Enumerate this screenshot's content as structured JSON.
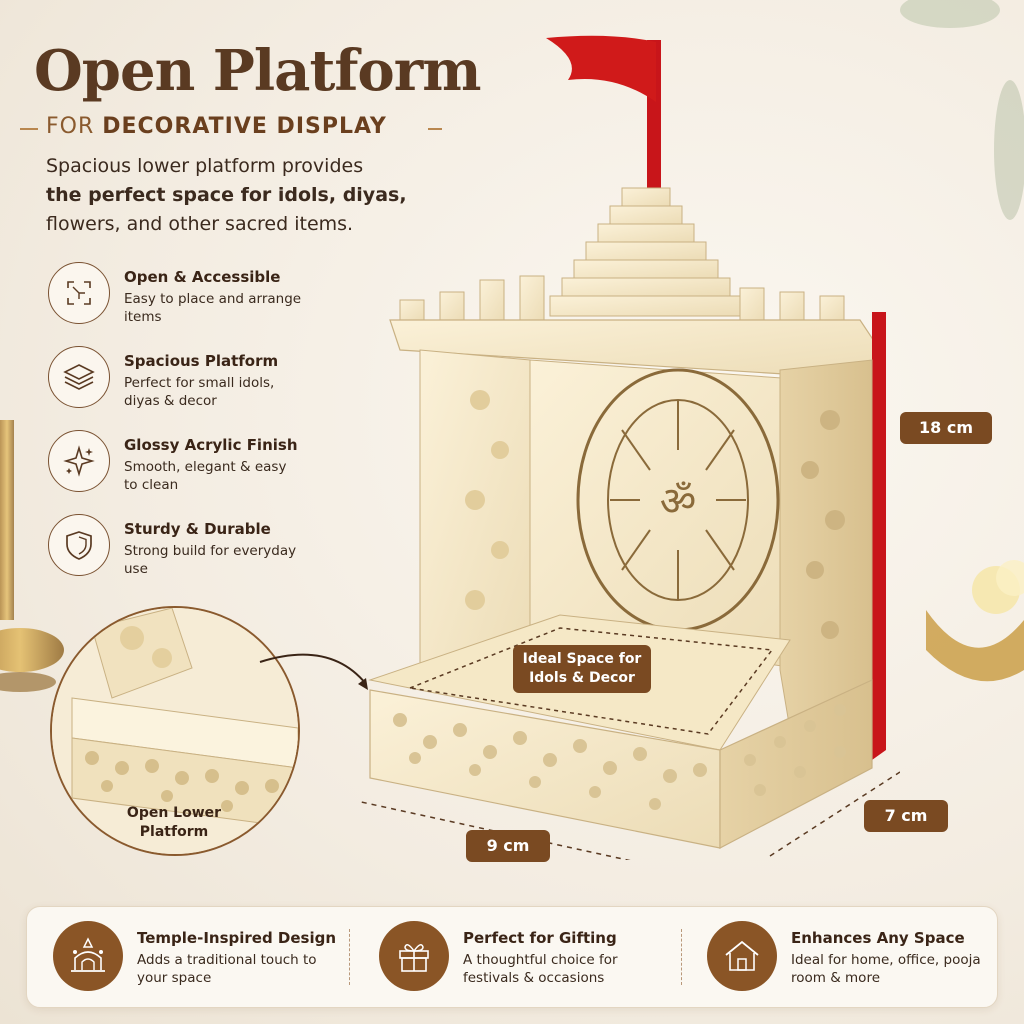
{
  "heading": {
    "title": "Open Platform",
    "subtitle_prefix": "FOR ",
    "subtitle_strong": "DECORATIVE DISPLAY",
    "intro_1": "Spacious lower platform provides",
    "intro_2": "the perfect space for idols, diyas,",
    "intro_3": "flowers, and other sacred items."
  },
  "features": [
    {
      "title": "Open & Accessible",
      "desc": "Easy to place and arrange items",
      "icon": "open-frame-icon"
    },
    {
      "title": "Spacious Platform",
      "desc": "Perfect for small idols, diyas & decor",
      "icon": "layers-icon"
    },
    {
      "title": "Glossy Acrylic Finish",
      "desc": "Smooth, elegant & easy to clean",
      "icon": "sparkle-icon"
    },
    {
      "title": "Sturdy & Durable",
      "desc": "Strong build for everyday use",
      "icon": "shield-icon"
    }
  ],
  "dimensions": {
    "height": "18 cm",
    "depth": "7 cm",
    "width": "9 cm"
  },
  "callout": {
    "ideal_space_1": "Ideal Space for",
    "ideal_space_2": "Idols & Decor",
    "inset_label_1": "Open Lower",
    "inset_label_2": "Platform"
  },
  "bottom_features": [
    {
      "title": "Temple-Inspired Design",
      "desc": "Adds a traditional touch to your space",
      "icon": "temple-icon"
    },
    {
      "title": "Perfect for Gifting",
      "desc": "A thoughtful choice for festivals & occasions",
      "icon": "gift-icon"
    },
    {
      "title": "Enhances Any Space",
      "desc": "Ideal for home, office, pooja room & more",
      "icon": "home-icon"
    }
  ],
  "colors": {
    "brown_accent": "#7a4a22",
    "flag_red": "#d01a1a",
    "ivory": "#f3e7c9",
    "background": "#f3ece1"
  }
}
